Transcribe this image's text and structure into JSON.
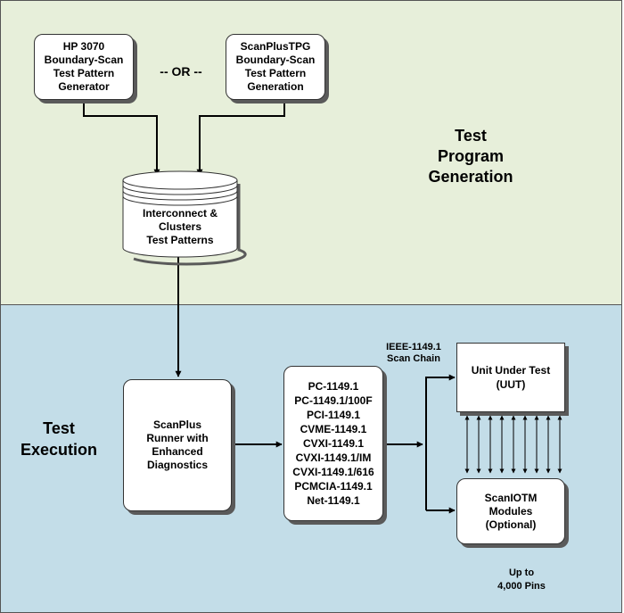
{
  "generation": {
    "label_lines": [
      "Test",
      "Program",
      "Generation"
    ],
    "hp_box_lines": [
      "HP 3070",
      "Boundary-Scan",
      "Test Pattern",
      "Generator"
    ],
    "or_label": "-- OR --",
    "scanplus_tpg_lines": [
      "ScanPlusTPG",
      "Boundary-Scan",
      "Test Pattern",
      "Generation"
    ],
    "patterns_db_lines": [
      "Interconnect &",
      "Clusters",
      "Test Patterns"
    ]
  },
  "execution": {
    "label_lines": [
      "Test",
      "Execution"
    ],
    "runner_lines": [
      "ScanPlus",
      "Runner with",
      "Enhanced",
      "Diagnostics"
    ],
    "interfaces": [
      "PC-1149.1",
      "PC-1149.1/100F",
      "PCI-1149.1",
      "CVME-1149.1",
      "CVXI-1149.1",
      "CVXI-1149.1/IM",
      "CVXI-1149.1/616",
      "PCMCIA-1149.1",
      "Net-1149.1"
    ],
    "scan_chain_lines": [
      "IEEE-1149.1",
      "Scan Chain"
    ],
    "uut_lines": [
      "Unit Under Test",
      "(UUT)"
    ],
    "scanio_lines": [
      "ScanIOTM",
      "Modules",
      "(Optional)"
    ],
    "pins_lines": [
      "Up to",
      "4,000 Pins"
    ]
  }
}
